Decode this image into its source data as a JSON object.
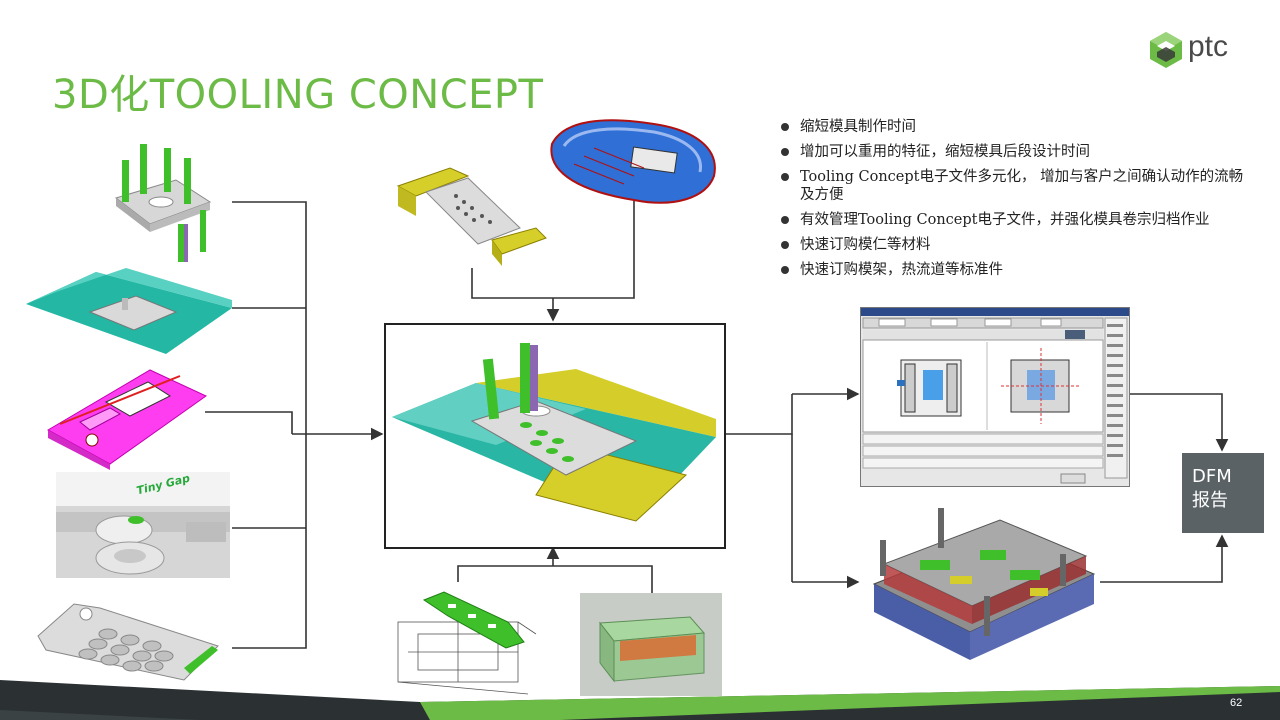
{
  "slide": {
    "title": "3D化TOOLING CONCEPT",
    "page_number": "62",
    "logo_text": "ptc",
    "dfm_label_line1": "DFM",
    "dfm_label_line2": "报告",
    "colors": {
      "title": "#6dbb47",
      "accent_green": "#6dbb47",
      "footer_dark": "#2b3133",
      "dfm_box": "#5a6266"
    }
  },
  "bullets": [
    "缩短模具制作时间",
    "增加可以重用的特征，缩短模具后段设计时间",
    "Tooling Concept电子文件多元化， 增加与客户之间确认动作的流畅及方便",
    "有效管理Tooling Concept电子文件，并强化模具卷宗归档作业",
    "快速订购模仁等材料",
    "快速订购模架，热流道等标准件"
  ],
  "images": {
    "left_1": "mold-part-with-pins-icon",
    "left_2": "parting-surface-icon",
    "left_3": "magenta-housing-icon",
    "left_4": "tiny-gap-detail-icon",
    "left_5": "keypad-part-icon",
    "top_1": "slider-part-icon",
    "top_2": "blue-housing-icon",
    "center": "tooling-concept-assembly-icon",
    "bottom_1": "drawing-icon",
    "bottom_2": "transparent-block-icon",
    "right_top": "mold-base-software-screenshot-icon",
    "right_bottom": "mold-assembly-icon"
  },
  "tiny_gap_label": "Tiny Gap"
}
